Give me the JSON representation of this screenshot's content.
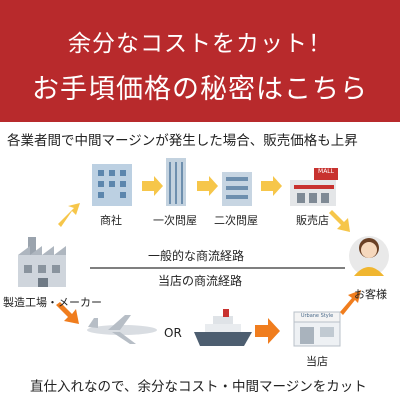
{
  "banner": {
    "line1": "余分なコストをカット！",
    "line2": "お手頃価格の秘密はこちら"
  },
  "top_note": "各業者間で中間マージンが発生した場合、販売価格も上昇",
  "bottom_note": "直仕入れなので、余分なコスト・中間マージンをカット",
  "routes": {
    "general": "一般的な商流経路",
    "ours": "当店の商流経路"
  },
  "nodes": {
    "maker": "製造工場・メーカー",
    "trading": "商社",
    "wholesale1": "一次問屋",
    "wholesale2": "二次問屋",
    "retailer": "販売店",
    "customer": "お客様",
    "our_store": "当店",
    "or": "OR",
    "mall_sign": "MALL",
    "store_sign": "Urbane Style"
  },
  "colors": {
    "banner": "#b82a2c",
    "arrow_top": "#f6c64a",
    "arrow_bottom": "#f07d1e"
  },
  "icons": [
    "factory-icon",
    "office-building-icon",
    "tower-building-icon",
    "mall-icon",
    "woman-customer-icon",
    "airplane-icon",
    "ship-icon",
    "store-icon"
  ]
}
